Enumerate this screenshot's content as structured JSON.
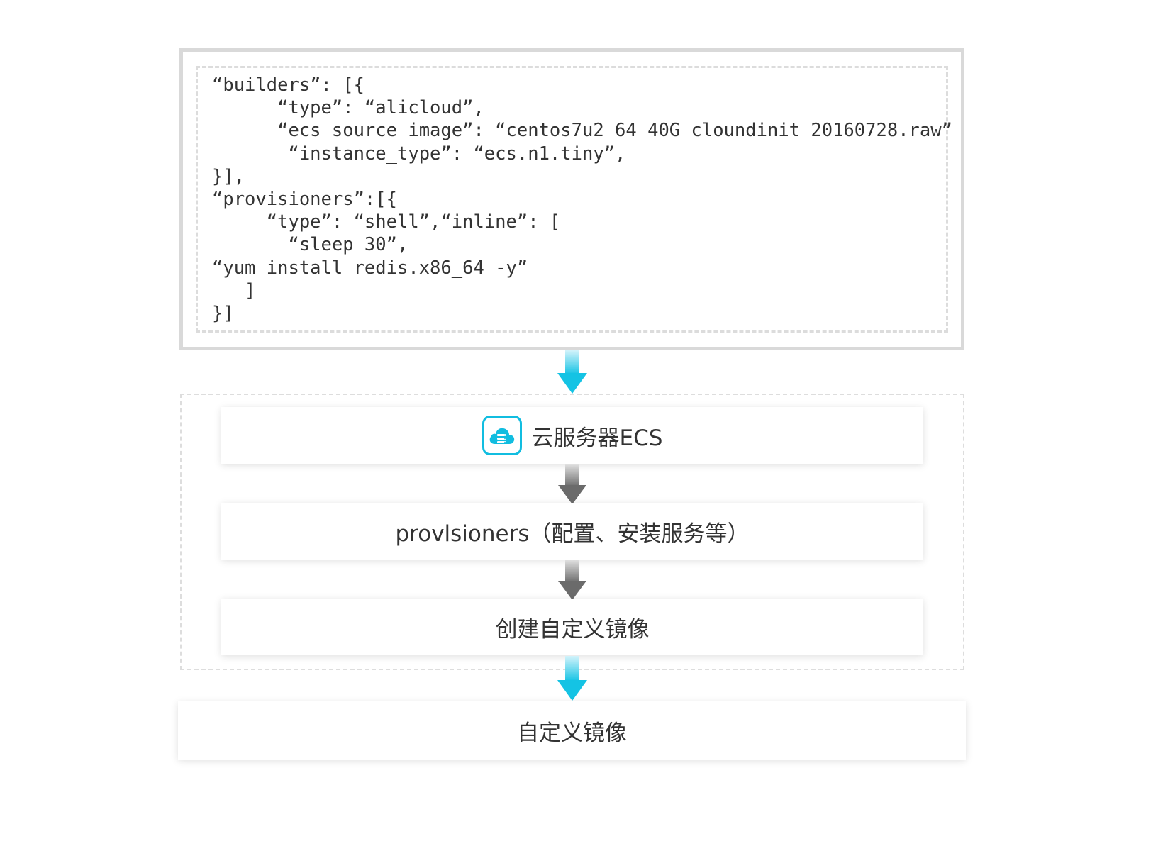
{
  "code": {
    "lines": [
      "“builders”: [{",
      "      “type”: “alicloud”,",
      "      “ecs_source_image”: “centos7u2_64_40G_cloundinit_20160728.raw”",
      "       “instance_type”: “ecs.n1.tiny”,",
      "}],",
      "“provisioners”:[{",
      "     “type”: “shell”,“inline”: [",
      "       “sleep 30”,",
      "“yum install redis.x86_64 -y”",
      "   ]",
      "}]"
    ]
  },
  "steps": {
    "ecs": {
      "label": "云服务器ECS",
      "icon": "cloud-server-icon"
    },
    "provisioners": {
      "label": "provlsioners（配置、安装服务等）"
    },
    "create_image": {
      "label": "创建自定义镜像"
    },
    "custom_image": {
      "label": "自定义镜像"
    }
  },
  "colors": {
    "accent_cyan": "#11bde0",
    "arrow_gray": "#777777"
  }
}
